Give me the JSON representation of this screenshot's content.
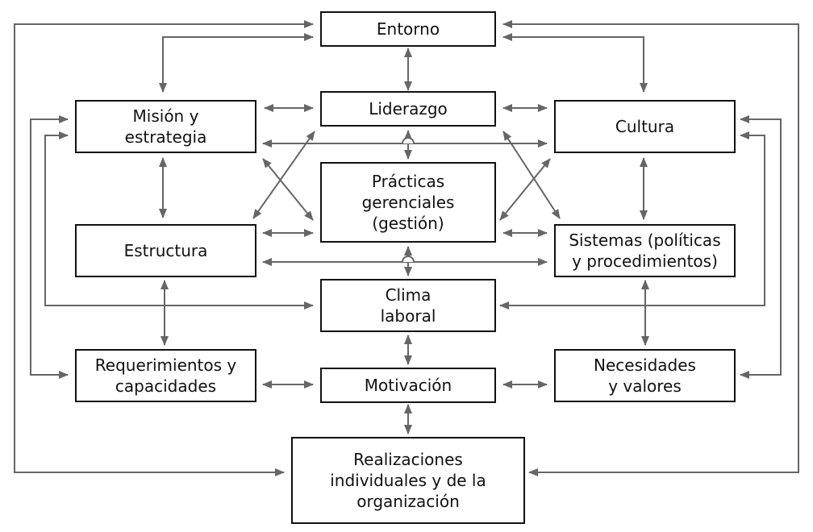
{
  "diagram": {
    "nodes": {
      "entorno": "Entorno",
      "mision": "Misión y\nestrategia",
      "liderazgo": "Liderazgo",
      "cultura": "Cultura",
      "practicas": "Prácticas\ngerenciales\n(gestión)",
      "estructura": "Estructura",
      "sistemas": "Sistemas (políticas\ny procedimientos)",
      "clima": "Clima\nlaboral",
      "requerimientos": "Requerimientos y\ncapacidades",
      "motivacion": "Motivación",
      "necesidades": "Necesidades\ny valores",
      "realizaciones": "Realizaciones\nindividuales y de la\norganización"
    }
  }
}
